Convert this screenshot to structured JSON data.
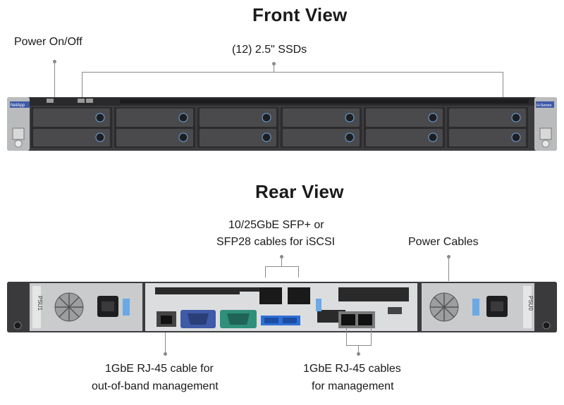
{
  "front": {
    "title": "Front View",
    "power_label": "Power On/Off",
    "ssd_label": "(12) 2.5\" SSDs",
    "brand": "NetApp",
    "model_tag": "H-Series",
    "drive_count": 12
  },
  "rear": {
    "title": "Rear View",
    "sfp_label_line1": "10/25GbE SFP+ or",
    "sfp_label_line2": "SFP28 cables for iSCSI",
    "power_cables_label": "Power Cables",
    "oob_label_line1": "1GbE RJ-45 cable for",
    "oob_label_line2": "out-of-band management",
    "mgmt_label_line1": "1GbE RJ-45 cables",
    "mgmt_label_line2": "for management",
    "psu_left_tag": "PSU1",
    "psu_right_tag": "PSU0"
  },
  "colors": {
    "chassis": "#3c3c3e",
    "bezel": "#b9bbbd",
    "vga_port": "#3f5aa6",
    "serial_port": "#2f8f7a",
    "usb_port": "#2f6fd6",
    "latch": "#6aa9e6"
  }
}
